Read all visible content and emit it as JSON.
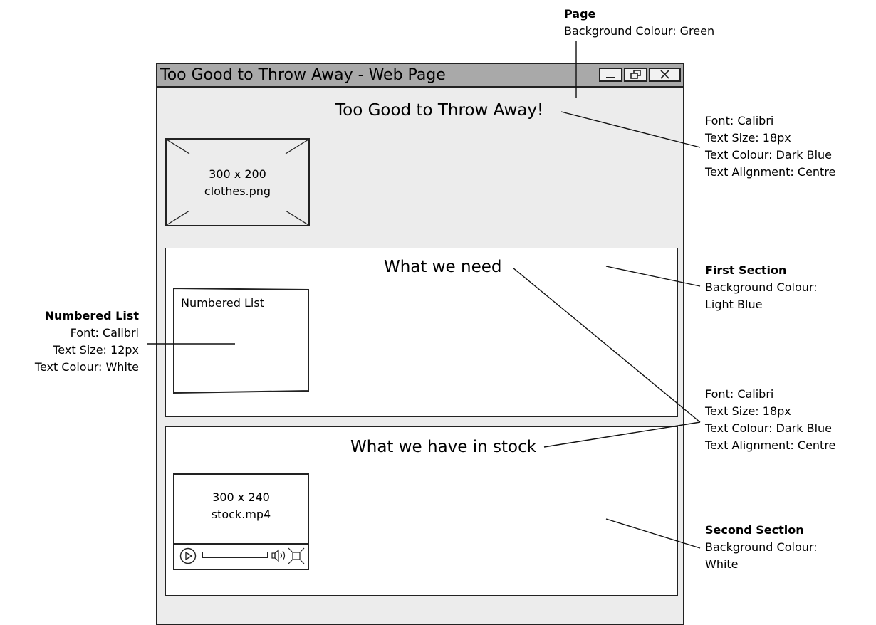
{
  "window": {
    "title": "Too Good to Throw Away - Web Page",
    "heading": "Too Good to Throw Away!"
  },
  "image_placeholder": {
    "size": "300 x 200",
    "filename": "clothes.png"
  },
  "first_section": {
    "heading": "What we need",
    "list_label": "Numbered List"
  },
  "second_section": {
    "heading": "What we have in stock",
    "video_size": "300 x 240",
    "video_filename": "stock.mp4"
  },
  "annotations": {
    "page": {
      "title": "Page",
      "lines": [
        "Background Colour: Green"
      ]
    },
    "title_text": {
      "lines": [
        "Font: Calibri",
        "Text Size: 18px",
        "Text Colour: Dark Blue",
        "Text Alignment: Centre"
      ]
    },
    "first_section": {
      "title": "First Section",
      "lines": [
        "Background Colour:",
        "Light Blue"
      ]
    },
    "headings": {
      "lines": [
        "Font: Calibri",
        "Text Size: 18px",
        "Text Colour: Dark Blue",
        "Text Alignment: Centre"
      ]
    },
    "second_section": {
      "title": "Second Section",
      "lines": [
        "Background Colour:",
        "White"
      ]
    },
    "numbered_list": {
      "title": "Numbered List",
      "lines": [
        "Font: Calibri",
        "Text Size: 12px",
        "Text Colour: White"
      ]
    }
  }
}
